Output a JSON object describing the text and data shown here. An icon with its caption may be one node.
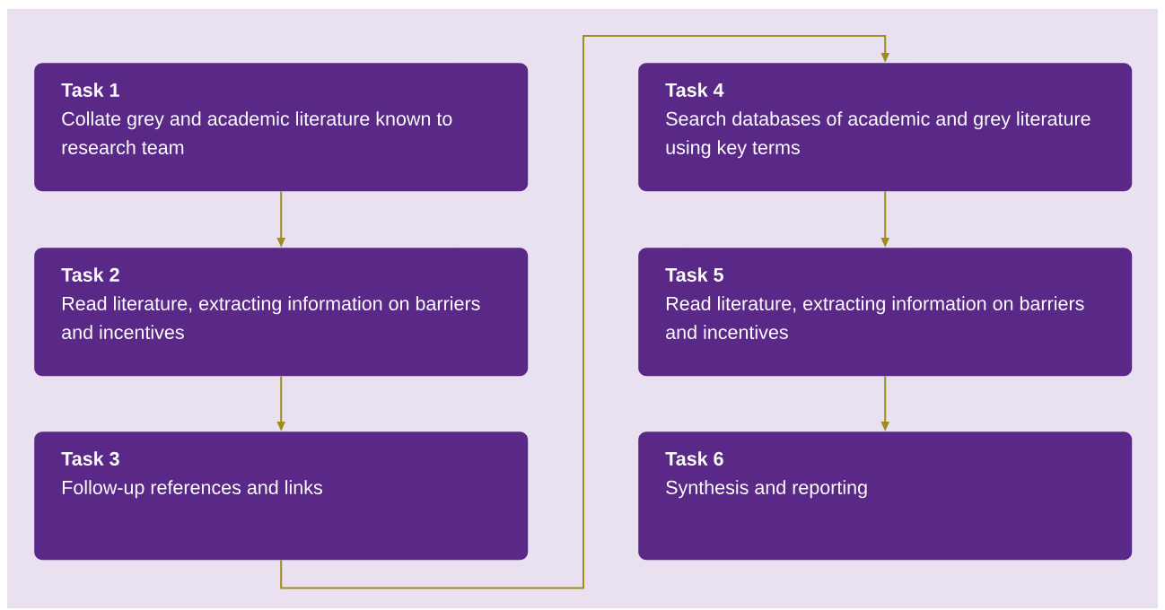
{
  "diagram": {
    "nodes": [
      {
        "text": [
          "Task 1",
          "Collate grey and academic literature known to research team"
        ]
      },
      {
        "text": [
          "Task 2",
          "Read literature, extracting information on barriers and incentives"
        ]
      },
      {
        "text": [
          "Task 3",
          "Follow-up references and links"
        ]
      },
      {
        "text": [
          "Task 4",
          "Search databases of academic and grey literature using key terms"
        ]
      },
      {
        "text": [
          "Task 5",
          "Read literature, extracting information on barriers and incentives"
        ]
      },
      {
        "text": [
          "Task 6",
          "Synthesis and reporting"
        ]
      }
    ],
    "edges": [
      {
        "from": 0,
        "to": 1,
        "arrow": "to"
      },
      {
        "from": 1,
        "to": 2,
        "arrow": "to"
      },
      {
        "from": 2,
        "to": 3,
        "arrow": "to"
      },
      {
        "from": 3,
        "to": 4,
        "arrow": "to"
      },
      {
        "from": 4,
        "to": 5,
        "arrow": "to"
      }
    ]
  }
}
